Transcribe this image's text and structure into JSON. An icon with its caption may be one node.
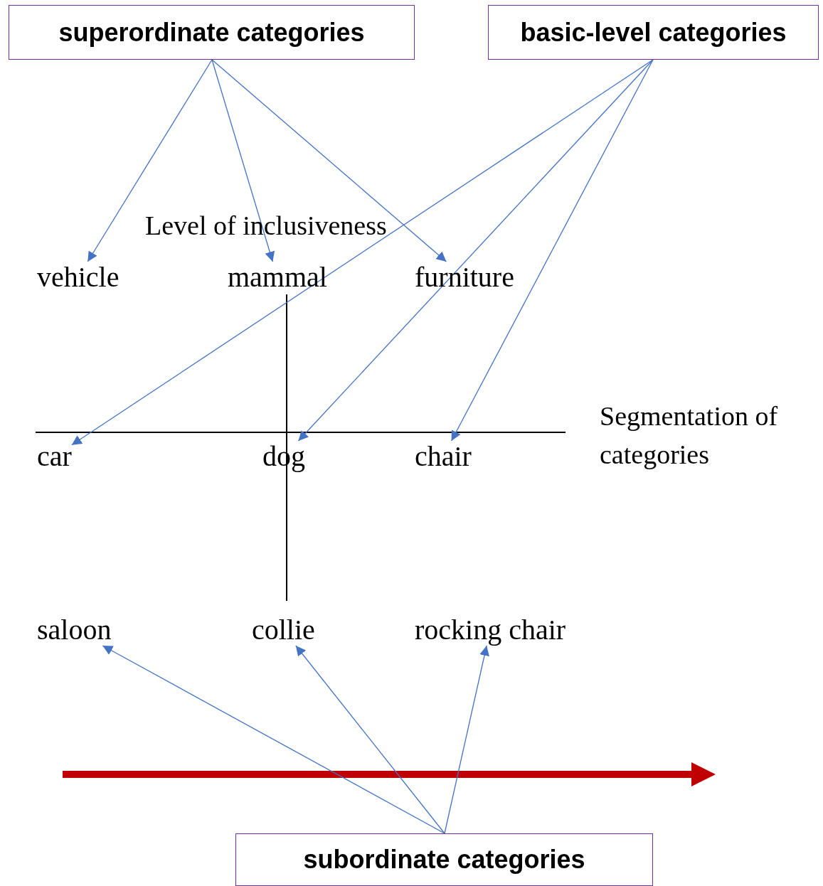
{
  "diagram": {
    "nodes": [
      {
        "text": [
          "superordinate categories"
        ]
      },
      {
        "text": [
          "basic-level categories"
        ]
      },
      {
        "text": [
          "subordinate categories"
        ]
      },
      {
        "text": [
          "vehicle"
        ]
      },
      {
        "text": [
          "mammal"
        ]
      },
      {
        "text": [
          "furniture"
        ]
      },
      {
        "text": [
          "car"
        ]
      },
      {
        "text": [
          "dog"
        ]
      },
      {
        "text": [
          "chair"
        ]
      },
      {
        "text": [
          "saloon"
        ]
      },
      {
        "text": [
          "collie"
        ]
      },
      {
        "text": [
          "rocking chair"
        ]
      }
    ],
    "edges": [
      {
        "from": 0,
        "to": 3,
        "arrow": "to"
      },
      {
        "from": 0,
        "to": 4,
        "arrow": "to"
      },
      {
        "from": 0,
        "to": 5,
        "arrow": "to"
      },
      {
        "from": 1,
        "to": 6,
        "arrow": "to"
      },
      {
        "from": 1,
        "to": 7,
        "arrow": "to"
      },
      {
        "from": 1,
        "to": 8,
        "arrow": "to"
      },
      {
        "from": 2,
        "to": 9,
        "arrow": "to"
      },
      {
        "from": 2,
        "to": 10,
        "arrow": "to"
      },
      {
        "from": 2,
        "to": 11,
        "arrow": "to"
      }
    ],
    "labels": [
      "Level of inclusiveness",
      "Segmentation of categories"
    ]
  }
}
